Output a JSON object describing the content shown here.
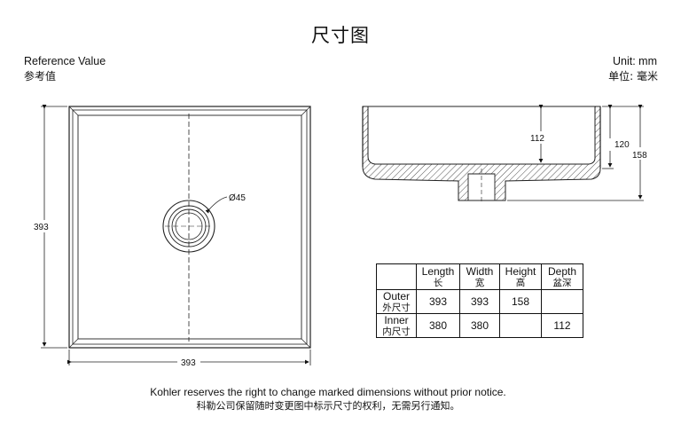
{
  "title": "尺寸图",
  "reference": {
    "en": "Reference Value",
    "zh": "参考值"
  },
  "unit": {
    "en": "Unit: mm",
    "zh": "单位: 毫米"
  },
  "top_view": {
    "height_label": "393",
    "width_label": "393",
    "drain_label": "Ø45"
  },
  "side_view": {
    "inner_depth_label": "112",
    "height_label_a": "120",
    "height_label_b": "158"
  },
  "table": {
    "headers": [
      {
        "en": "Length",
        "zh": "长"
      },
      {
        "en": "Width",
        "zh": "宽"
      },
      {
        "en": "Height",
        "zh": "高"
      },
      {
        "en": "Depth",
        "zh": "盆深"
      }
    ],
    "rows": [
      {
        "label_en": "Outer",
        "label_zh": "外尺寸",
        "values": [
          "393",
          "393",
          "158",
          ""
        ]
      },
      {
        "label_en": "Inner",
        "label_zh": "内尺寸",
        "values": [
          "380",
          "380",
          "",
          "112"
        ]
      }
    ]
  },
  "notice": {
    "en": "Kohler reserves the right to change marked dimensions without prior notice.",
    "zh": "科勒公司保留随时变更图中标示尺寸的权利，无需另行通知。"
  }
}
